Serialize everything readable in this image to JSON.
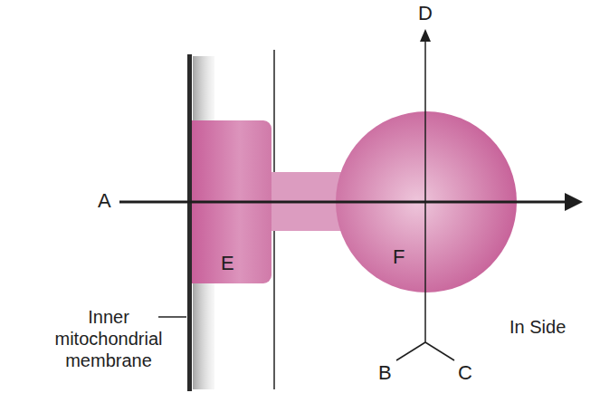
{
  "diagram": {
    "nodes": [
      {
        "text": [
          "E"
        ]
      },
      {
        "text": [
          "F"
        ]
      }
    ],
    "labels": [
      "A",
      "D",
      "B",
      "C",
      "Inner mitochondrial membrane",
      "In Side"
    ]
  }
}
